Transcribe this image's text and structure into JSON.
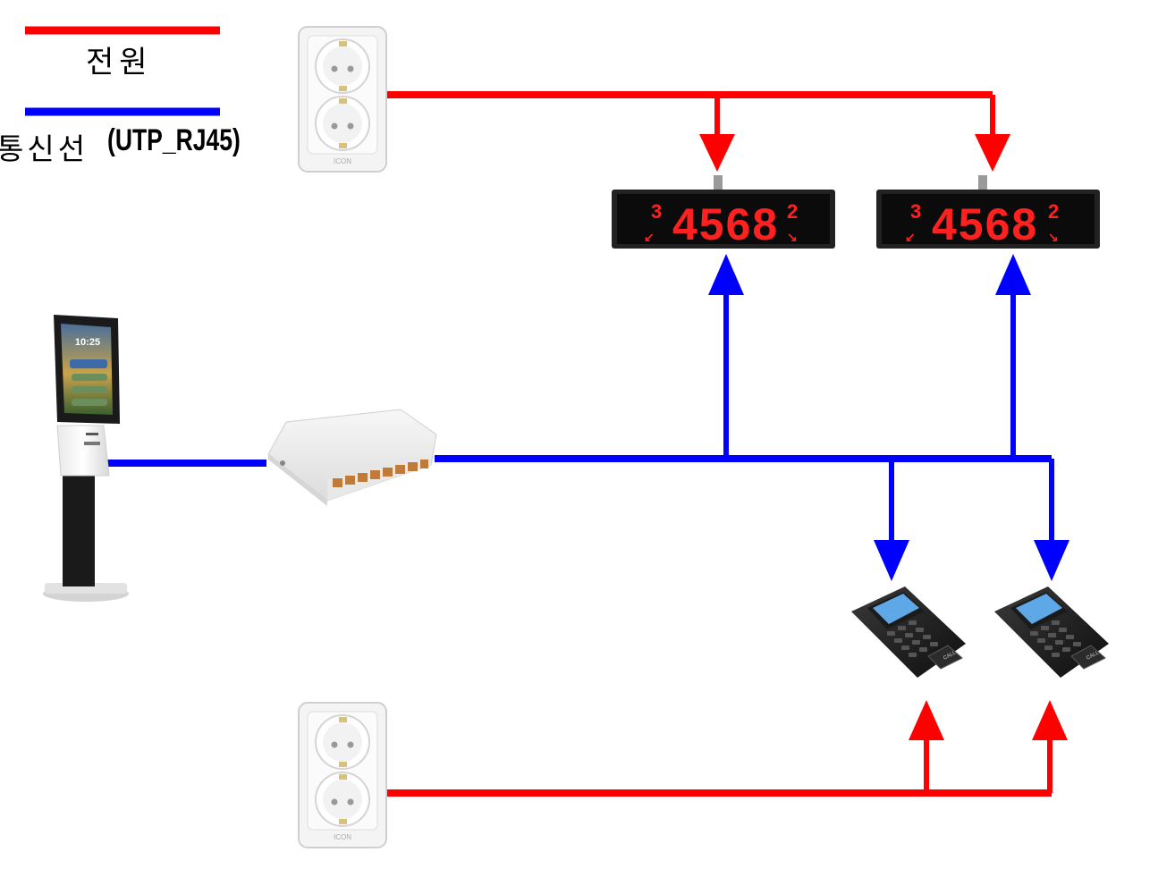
{
  "legend": {
    "power_label": "전원",
    "comm_label_ko": "통신선",
    "comm_label_en": "(UTP_RJ45)"
  },
  "colors": {
    "power_line": "#ff0000",
    "comm_line": "#0000ff",
    "display_digits": "#ff2020"
  },
  "devices": {
    "outlet_brand": "ICON",
    "display_digits": "4568",
    "display_left_small": "3",
    "display_right_small": "2",
    "kiosk_time": "10:25",
    "call_key_label": "CALL"
  }
}
